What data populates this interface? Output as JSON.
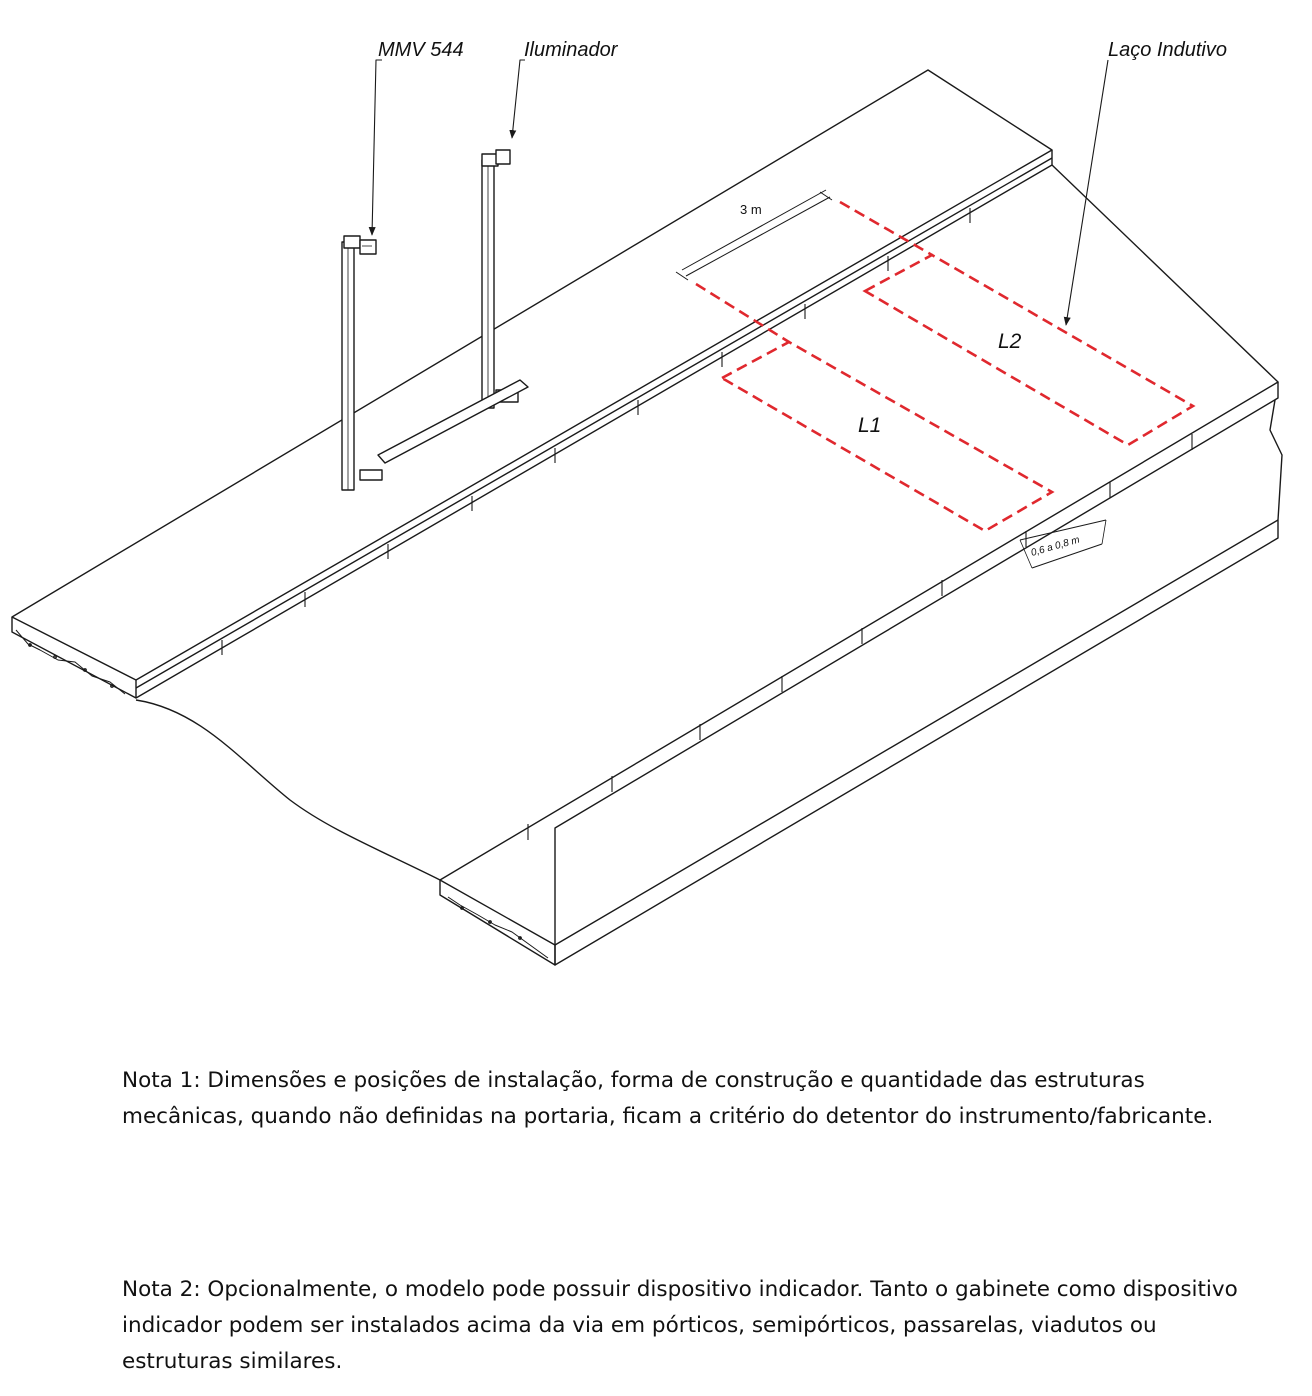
{
  "labels": {
    "camera": "MMV 544",
    "illuminator": "Iluminador",
    "loop": "Laço Indutivo",
    "loop1": "L1",
    "loop2": "L2",
    "distance": "3 m",
    "gap": "0,6 a 0,8 m"
  },
  "notes": {
    "note1": "Nota 1: Dimensões e posições de instalação, forma de construção e quantidade das estruturas mecânicas, quando não definidas na portaria, ficam a critério do detentor do instrumento/fabricante.",
    "note2": "Nota 2: Opcionalmente, o modelo pode possuir dispositivo indicador. Tanto o gabinete como dispositivo indicador podem ser instalados acima da via em pórticos, semipórticos, passarelas, viadutos ou estruturas similares."
  },
  "colors": {
    "loop": "#e0282e",
    "line": "#1a1a1a"
  }
}
